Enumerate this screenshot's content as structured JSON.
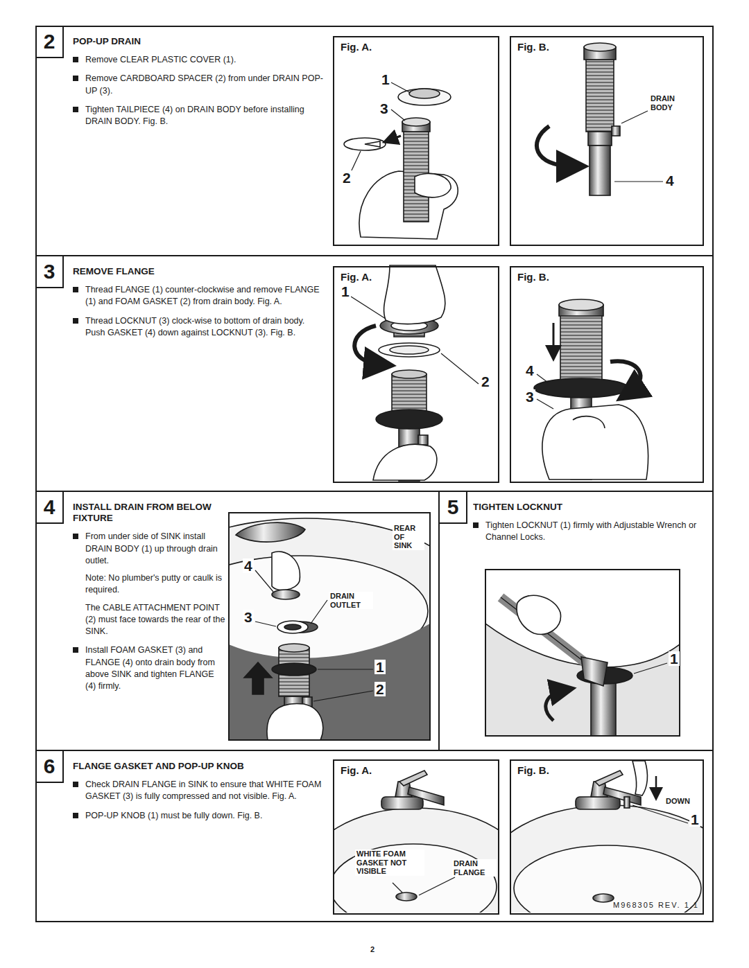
{
  "diagram": {
    "nodes": [
      {
        "text": [
          "2",
          "POP-UP DRAIN",
          "Remove CLEAR PLASTIC COVER (1).",
          "Remove CARDBOARD SPACER (2) from under DRAIN POP-UP (3).",
          "Tighten TAILPIECE (4) on DRAIN BODY before installing DRAIN BODY. Fig. B."
        ]
      },
      {
        "text": [
          "Fig. A."
        ],
        "in": 0
      },
      {
        "text": [
          "Fig. B."
        ],
        "in": 0
      },
      {
        "text": [
          "3",
          "REMOVE FLANGE",
          "Thread FLANGE (1) counter-clockwise and remove FLANGE (1) and FOAM GASKET (2) from drain body. Fig. A.",
          "Thread LOCKNUT (3) clock-wise to bottom of drain body. Push GASKET (4) down against LOCKNUT (3). Fig. B."
        ]
      },
      {
        "text": [
          "Fig. A."
        ],
        "in": 3
      },
      {
        "text": [
          "Fig. B."
        ],
        "in": 3
      },
      {
        "text": [
          "4",
          "INSTALL DRAIN FROM BELOW FIXTURE",
          "From under side of SINK install DRAIN BODY (1) up through drain outlet.",
          "Note: No plumber's putty or caulk is required.",
          "The CABLE ATTACHMENT POINT (2) must face towards the rear of the SINK.",
          "Install FOAM GASKET (3) and FLANGE (4) onto drain body from above SINK and tighten FLANGE (4) firmly."
        ]
      },
      {
        "text": [
          "5",
          "TIGHTEN LOCKNUT",
          "Tighten LOCKNUT (1) firmly with Adjustable Wrench or Channel Locks."
        ]
      },
      {
        "text": [
          "6",
          "FLANGE GASKET AND POP-UP KNOB",
          "Check DRAIN FLANGE in SINK to ensure that WHITE FOAM GASKET (3) is fully compressed and not visible. Fig. A.",
          "POP-UP KNOB (1) must be fully down. Fig. B."
        ]
      },
      {
        "text": [
          "Fig. A."
        ],
        "in": 8
      },
      {
        "text": [
          "Fig. B."
        ],
        "in": 8
      }
    ],
    "labels": [
      "1",
      "3",
      "2",
      "DRAIN BODY",
      "4",
      "1",
      "2",
      "4",
      "3",
      "REAR OF SINK",
      "4",
      "DRAIN OUTLET",
      "3",
      "1",
      "2",
      "1",
      "DOWN",
      "1",
      "WHITE FOAM GASKET NOT VISIBLE",
      "DRAIN FLANGE",
      "M968305 REV. 1.1",
      "2"
    ]
  }
}
